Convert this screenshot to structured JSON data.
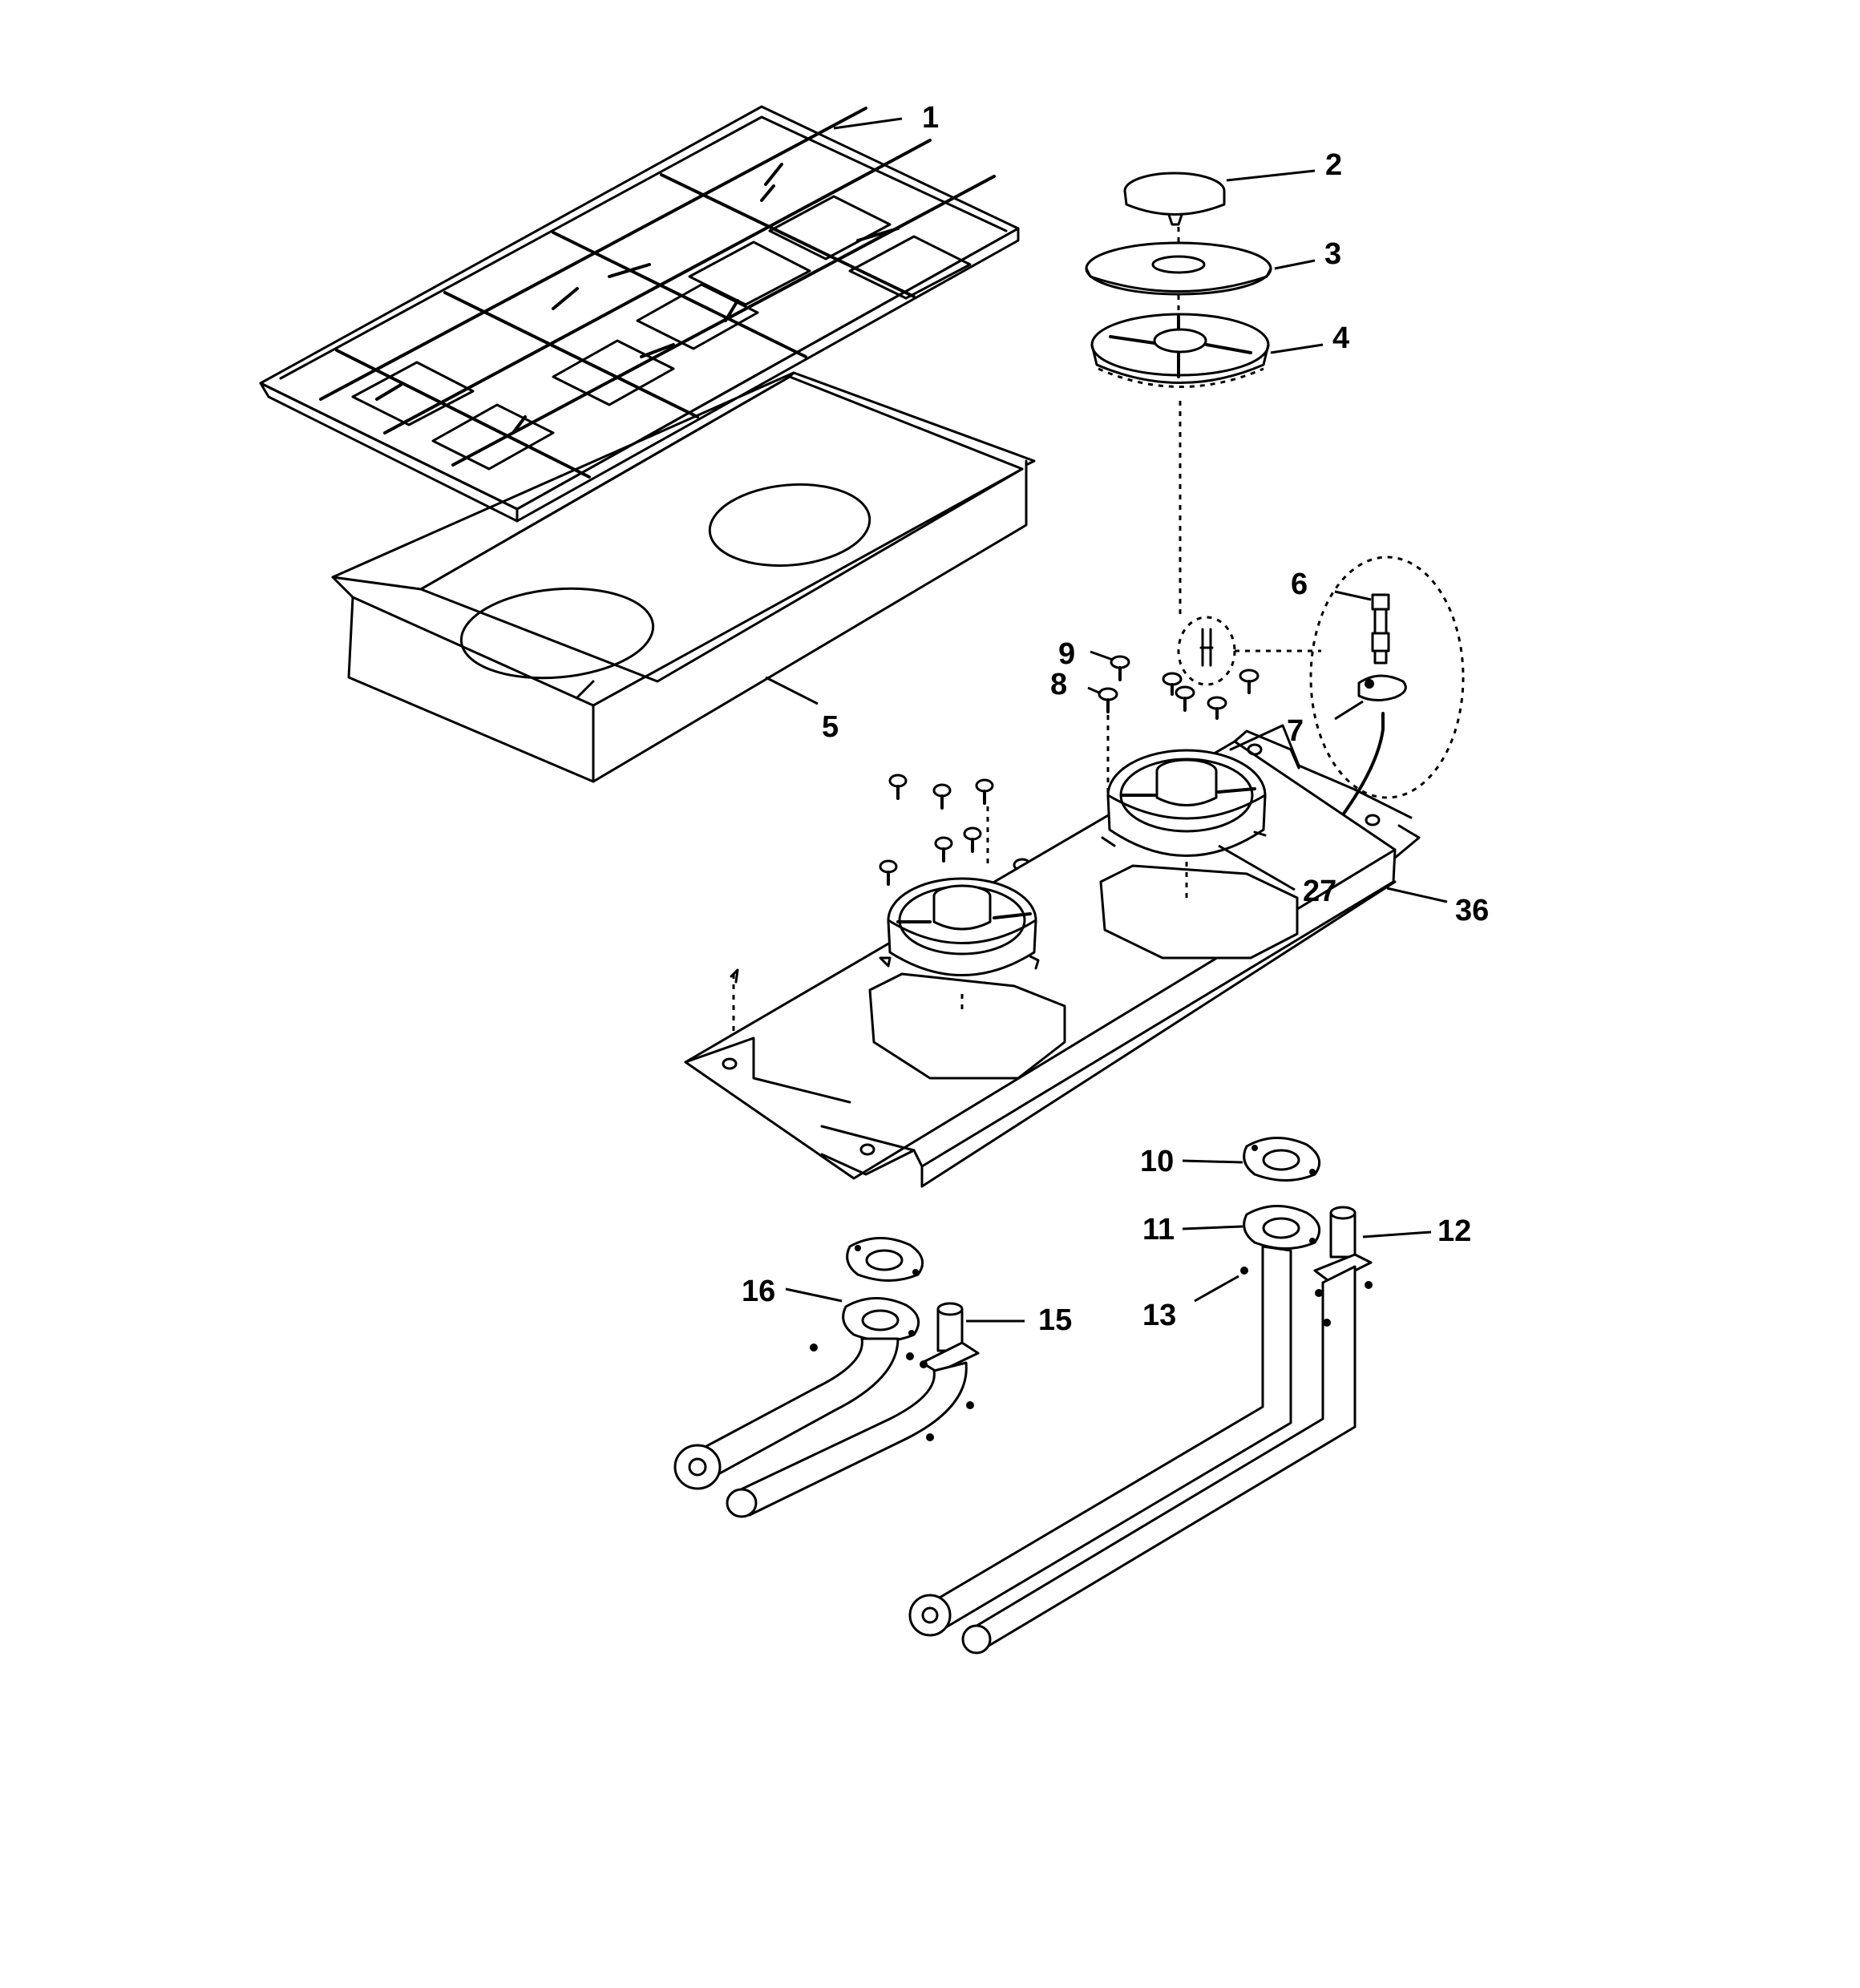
{
  "diagram": {
    "callouts": [
      {
        "id": "c1",
        "label": "1"
      },
      {
        "id": "c2",
        "label": "2"
      },
      {
        "id": "c3",
        "label": "3"
      },
      {
        "id": "c4",
        "label": "4"
      },
      {
        "id": "c5",
        "label": "5"
      },
      {
        "id": "c6",
        "label": "6"
      },
      {
        "id": "c7",
        "label": "7"
      },
      {
        "id": "c8",
        "label": "8"
      },
      {
        "id": "c9",
        "label": "9"
      },
      {
        "id": "c10",
        "label": "10"
      },
      {
        "id": "c11",
        "label": "11"
      },
      {
        "id": "c12",
        "label": "12"
      },
      {
        "id": "c13",
        "label": "13"
      },
      {
        "id": "c15",
        "label": "15"
      },
      {
        "id": "c16",
        "label": "16"
      },
      {
        "id": "c27",
        "label": "27"
      },
      {
        "id": "c36",
        "label": "36"
      }
    ]
  }
}
